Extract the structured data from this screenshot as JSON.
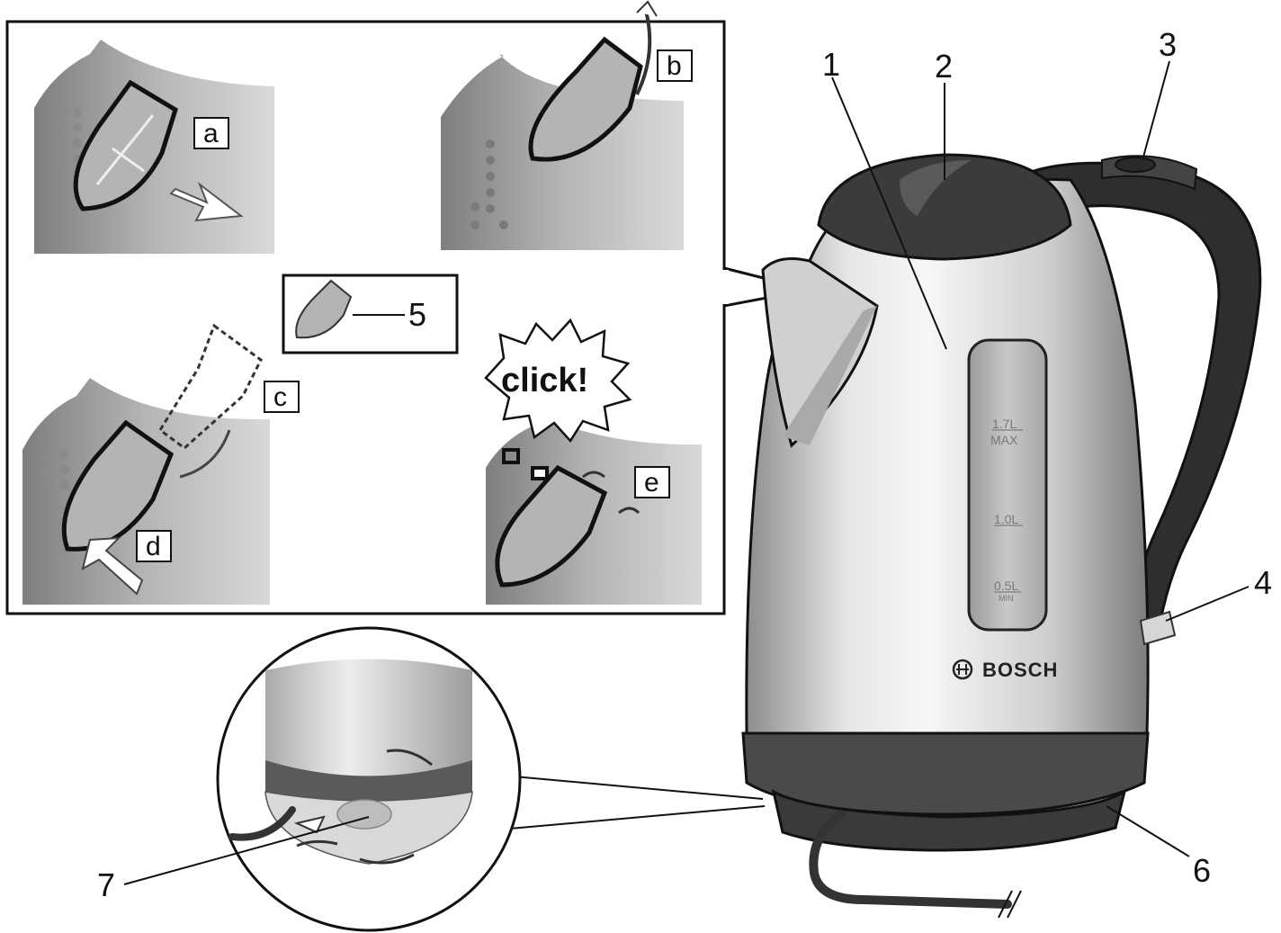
{
  "callouts": {
    "c1": "1",
    "c2": "2",
    "c3": "3",
    "c4": "4",
    "c5": "5",
    "c6": "6",
    "c7": "7"
  },
  "steps": {
    "a": "a",
    "b": "b",
    "c": "c",
    "d": "d",
    "e": "e"
  },
  "click_text": "click!",
  "brand": "BOSCH",
  "water_scale": {
    "max_l": "1.7L",
    "max_word": "MAX",
    "mid_l": "1.0L",
    "min_l": "0.5L",
    "min_word": "MIN"
  },
  "colors": {
    "body_light": "#f2f2f2",
    "body_mid": "#b9b9b9",
    "dark_plastic": "#3a3a3a",
    "panel_grey": "#9a9a9a",
    "outline": "#111111"
  }
}
